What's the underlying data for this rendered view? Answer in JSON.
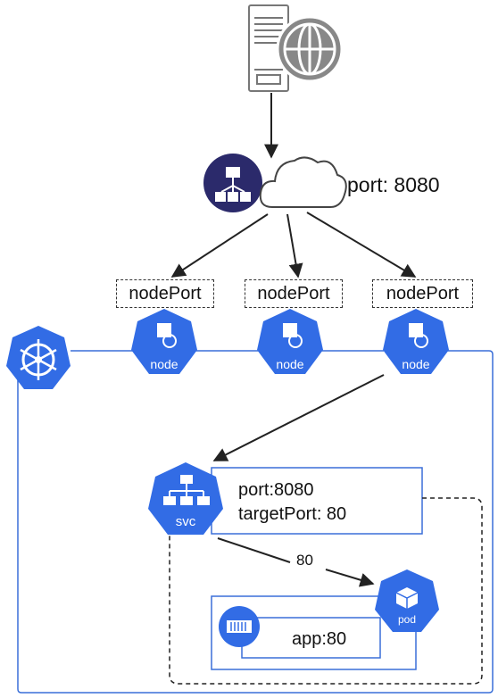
{
  "lb_port_label": "port: 8080",
  "node_ports": [
    {
      "label": "nodePort"
    },
    {
      "label": "nodePort"
    },
    {
      "label": "nodePort"
    }
  ],
  "nodes": [
    {
      "caption": "node"
    },
    {
      "caption": "node"
    },
    {
      "caption": "node"
    }
  ],
  "service": {
    "caption": "svc",
    "port_label": "port:8080",
    "target_port_label": "targetPort: 80"
  },
  "edge_label": "80",
  "pod": {
    "caption": "pod",
    "container_label": "app:80"
  },
  "colors": {
    "k8s_blue": "#326CE5",
    "lb_navy": "#2B2A6B",
    "line": "#222222",
    "frame": "#3A6FD8"
  },
  "icons": [
    "server-icon",
    "globe-icon",
    "load-balancer-icon",
    "cloud-icon",
    "kubernetes-logo-icon",
    "node-icon",
    "service-icon",
    "pod-icon",
    "container-icon"
  ]
}
